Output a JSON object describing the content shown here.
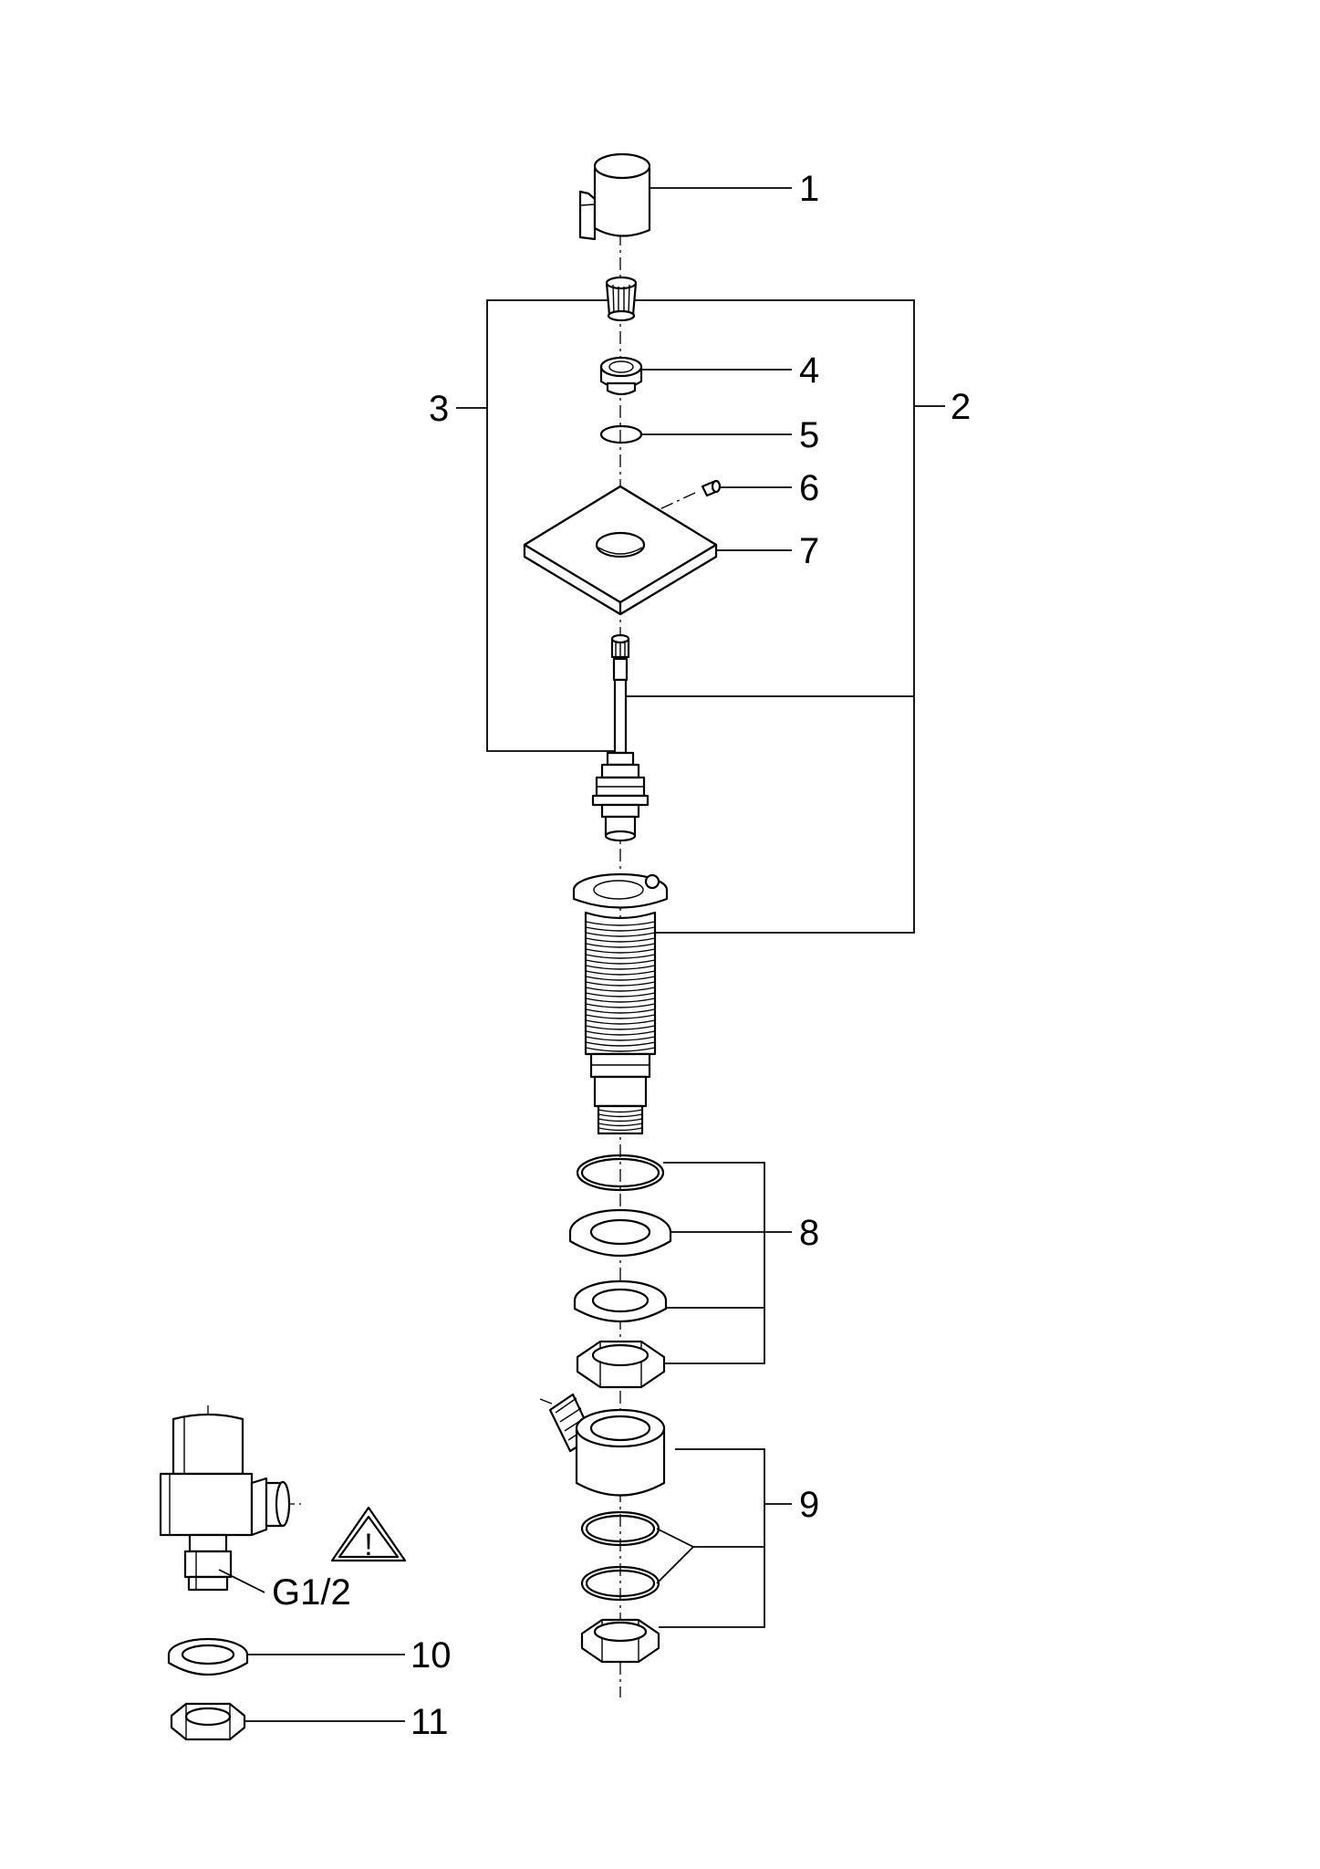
{
  "callouts": {
    "c1": "1",
    "c2": "2",
    "c3": "3",
    "c4": "4",
    "c5": "5",
    "c6": "6",
    "c7": "7",
    "c8": "8",
    "c9": "9",
    "c10": "10",
    "c11": "11"
  },
  "thread_label": "G1/2",
  "warning_symbol": "!",
  "icons": {
    "warning": "warning-triangle-icon"
  },
  "colors": {
    "line": "#000000",
    "background": "#ffffff"
  }
}
